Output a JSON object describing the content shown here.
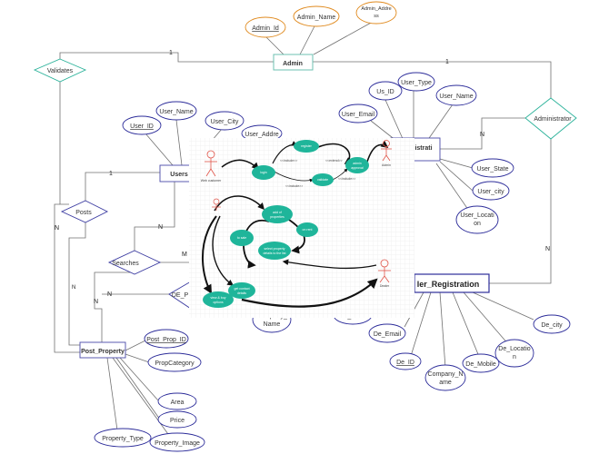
{
  "admin": {
    "entity": "Admin",
    "attr_id": "Admin_Id",
    "attr_name": "Admin_Name",
    "attr_address_line1": "Admin_Addre",
    "attr_address_line2": "ss"
  },
  "relationships": {
    "validates": "Validates",
    "administrator": "Administrator",
    "posts": "Posts",
    "searches": "Searches",
    "de_p": "DE_P"
  },
  "users": {
    "entity": "Users",
    "attr_name": "User_Name",
    "attr_id": "User_ID",
    "attr_city": "User_City",
    "attr_address": "User_Addre"
  },
  "registration": {
    "entity_fragment": "istrati",
    "attr_us_id": "Us_ID",
    "attr_type": "User_Type",
    "attr_name": "User_Name",
    "attr_email": "User_Email",
    "attr_state": "User_State",
    "attr_city": "User_city",
    "attr_location_line1": "User_Locati",
    "attr_location_line2": "on"
  },
  "dealer": {
    "entity": "ler_Registration",
    "attr_company_frag_line1": "Company_",
    "attr_company_frag_line2": "Name",
    "attr_state": "De_State",
    "attr_email": "De_Email",
    "attr_id": "De_ID",
    "attr_company_line1": "Company_N",
    "attr_company_line2": "ame",
    "attr_mobile": "De_Mobile",
    "attr_location_line1": "De_Locatio",
    "attr_location_line2": "n",
    "attr_city": "De_city"
  },
  "post_property": {
    "entity": "Post_Property",
    "attr_id": "Post_Prop_ID",
    "attr_category": "PropCategory",
    "attr_area": "Area",
    "attr_price": "Price",
    "attr_type": "Property_Type",
    "attr_image": "Property_Image"
  },
  "cardinality": {
    "admin_validates": "1",
    "admin_administrator": "1",
    "users_posts": "1",
    "registration_n": "N",
    "dealer_n": "N",
    "posts_n": "N",
    "searches_n": "N",
    "searches_m": "M",
    "post_property_n": "N",
    "de_p_n": "N",
    "validates_n": "N"
  },
  "overlay": {
    "actor_left": "Web customer",
    "actor_top_right": "Admin",
    "actor_bottom_right": "Dealer",
    "node_register": "register",
    "node_login": "login",
    "node_approve_line1": "admin",
    "node_approve_line2": "approval",
    "node_validate": "validate",
    "node_add_line1": "add of",
    "node_add_line2": "properties",
    "node_to_sale": "to sale",
    "node_on_rent": "on rent",
    "node_search_line1": "select property",
    "node_search_line2": "details to the list",
    "node_view_line1": "view & buy",
    "node_view_line2": "options",
    "node_get_line1": "get contact",
    "node_get_line2": "details",
    "edge_include": "<<include>>",
    "edge_extend": "<<extend>>",
    "edge_include2": "<<include>>",
    "edge_include3": "<<include>>"
  },
  "colors": {
    "entity_stroke": "#4a4aa8",
    "attr_stroke_blue": "#2d2d9a",
    "attr_stroke_orange": "#e08a1e",
    "relationship_stroke": "#2bb29a",
    "admin_entity_stroke": "#6cc0b0",
    "line": "#707070",
    "usecase_fill": "#1fb59a",
    "actor": "#e0554a",
    "grid": "#e6e6e6"
  }
}
